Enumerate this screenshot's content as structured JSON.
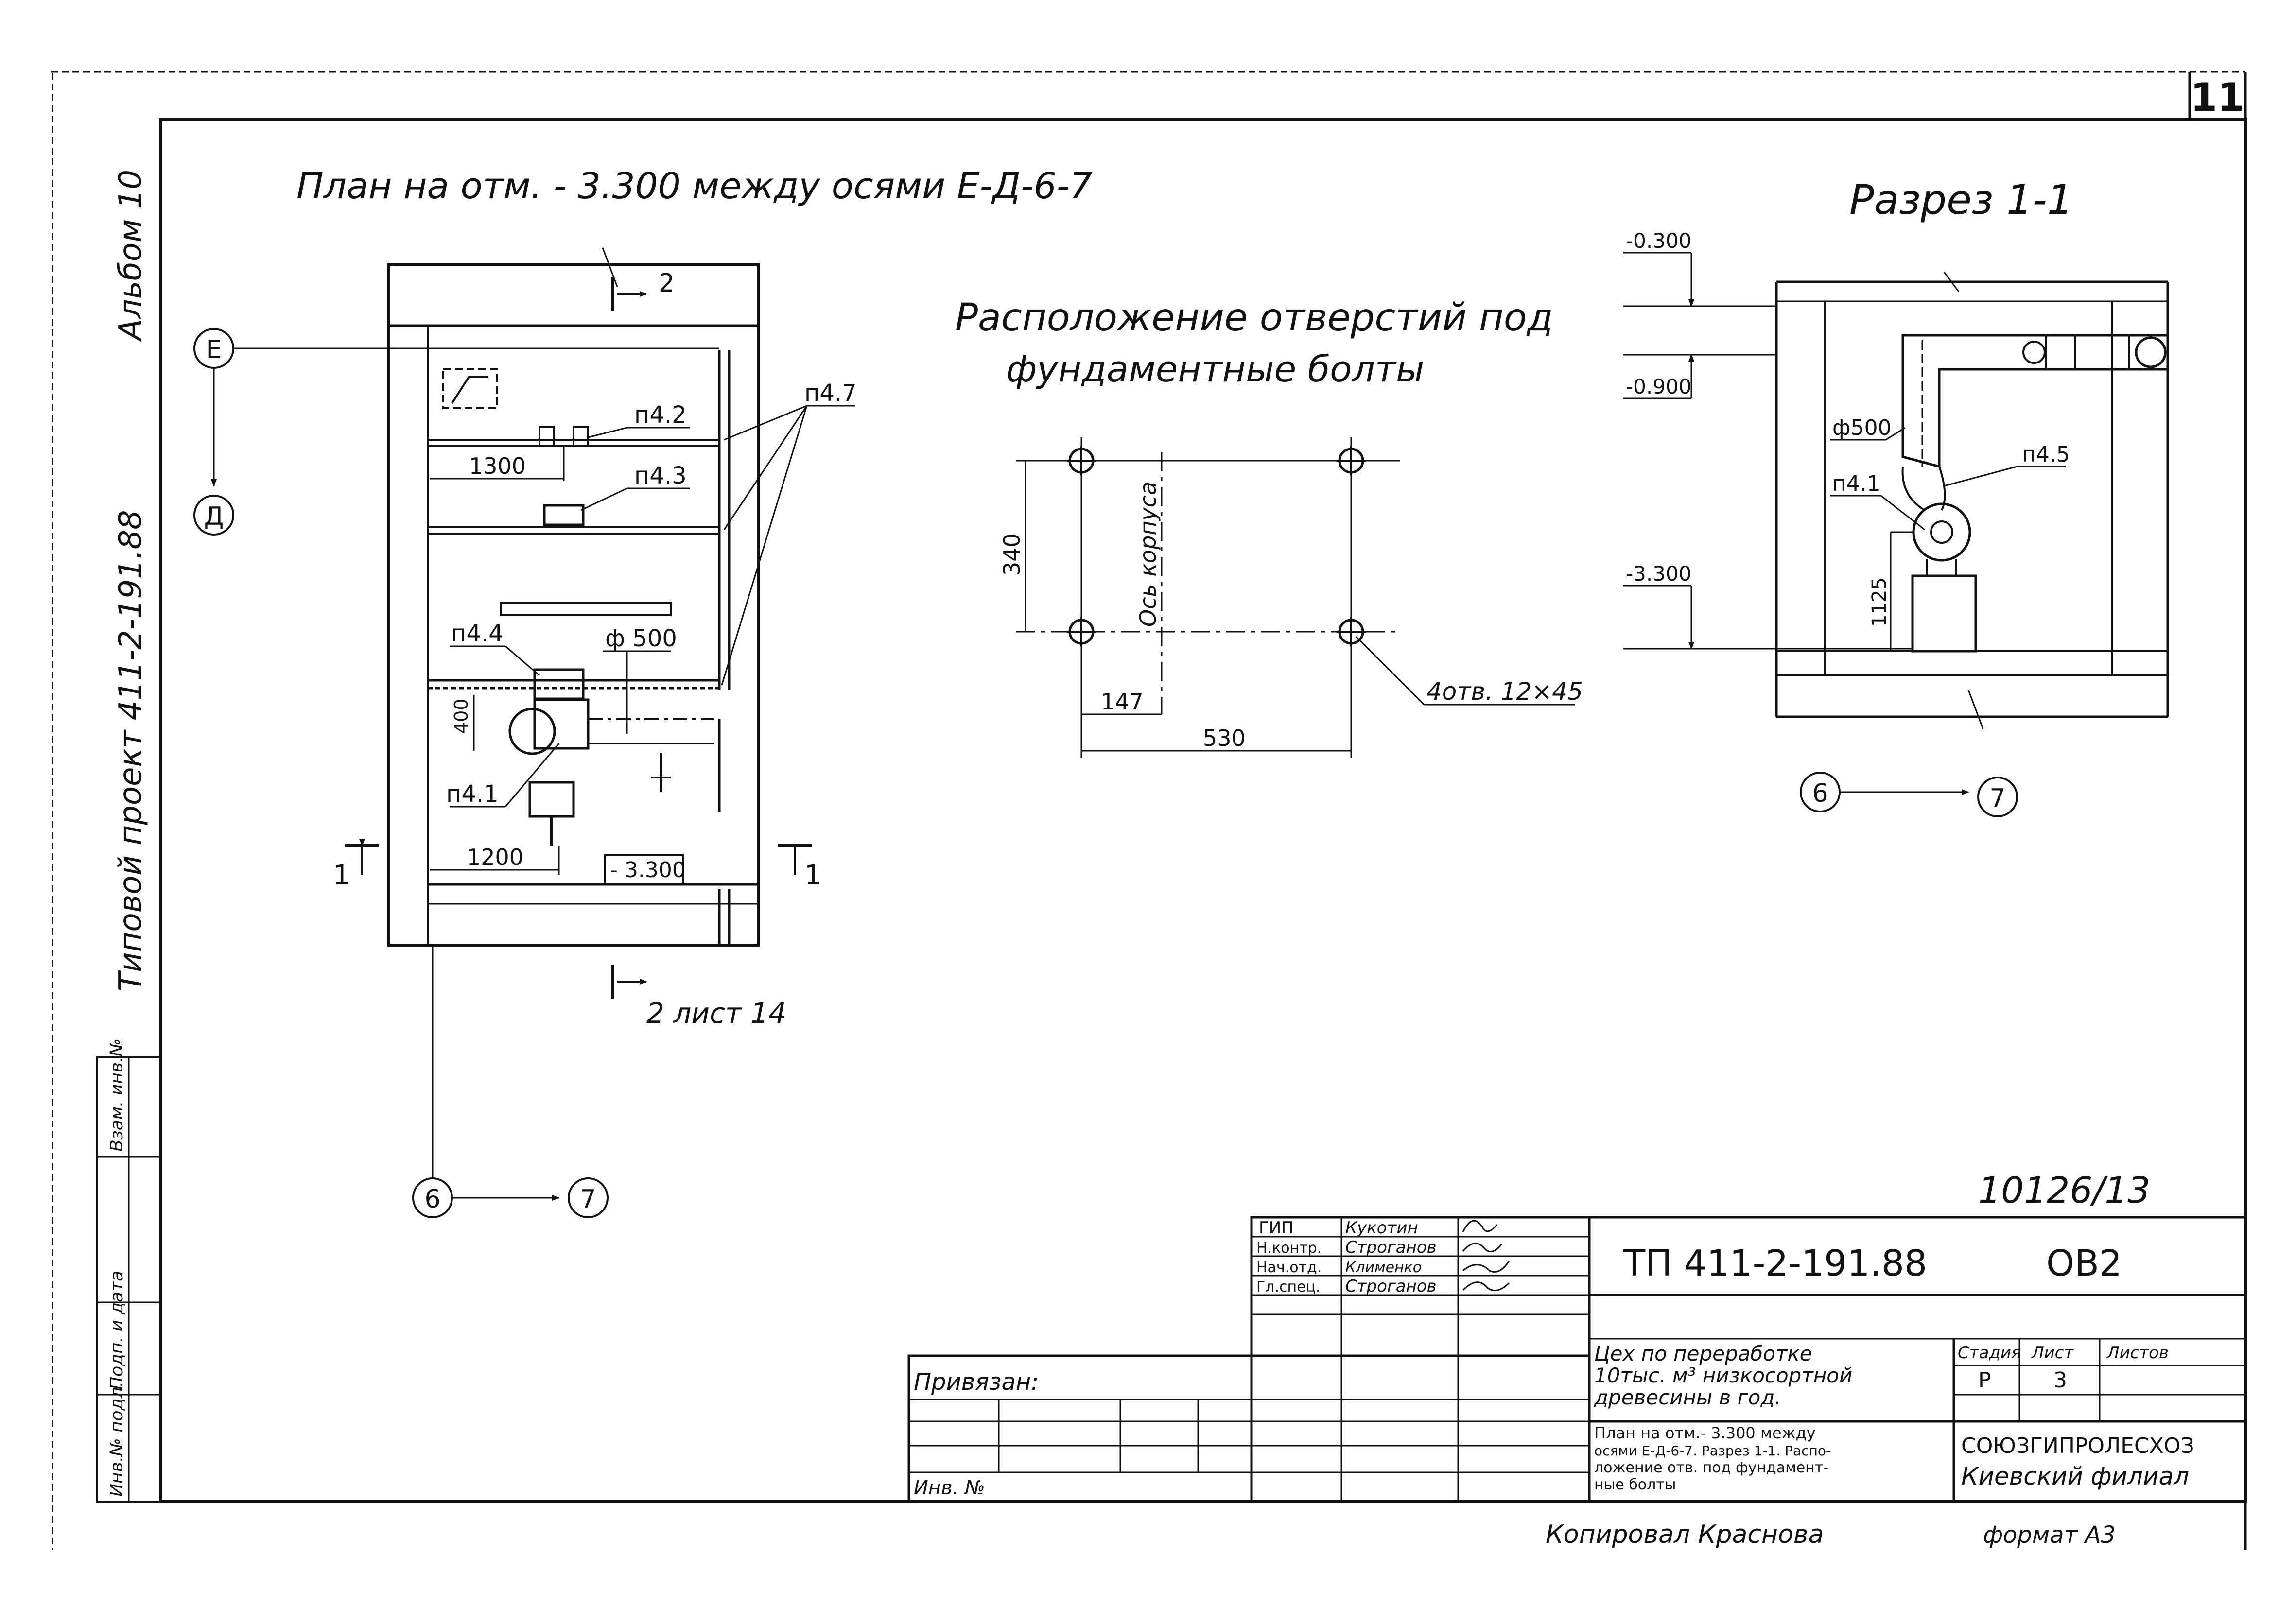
{
  "sheet": {
    "number": "11",
    "side_album": "Альбом 10",
    "side_project": "Типовой проект 411-2-191.88",
    "side_stamp": [
      "Инв.№ подл.",
      "Подп. и дата",
      "Взам. инв.№"
    ],
    "archive_number": "10126/13",
    "copied_by": "Копировал Краснова",
    "format": "формат А3"
  },
  "plan": {
    "title": "План на отм. - 3.300 между осями Е-Д-6-7",
    "axis_e": "Е",
    "axis_d": "Д",
    "axis_6": "6",
    "axis_7": "7",
    "section2_top": "2",
    "section2_bottom": "2 лист 14",
    "section1_left": "1",
    "section1_right": "1",
    "labels": {
      "p42": "п4.2",
      "p43": "п4.3",
      "p47": "п4.7",
      "p44": "п4.4",
      "p41": "п4.1",
      "phi500": "ф 500",
      "dim1300": "1300",
      "dim400": "400",
      "dim1200": "1200",
      "level": "- 3.300"
    }
  },
  "holes": {
    "title_line1": "Расположение отверстий под",
    "title_line2": "фундаментные болты",
    "axis_label": "Ось корпуса",
    "dim340": "340",
    "dim147": "147",
    "dim530": "530",
    "note": "4отв. 12×45"
  },
  "section": {
    "title": "Разрез 1-1",
    "lvl1": "-0.300",
    "lvl2": "-0.900",
    "lvl3": "-3.300",
    "phi500": "ф500",
    "p41": "п4.1",
    "p45": "п4.5",
    "dim1125": "1125",
    "axis_6": "6",
    "axis_7": "7"
  },
  "title_block": {
    "roles": [
      "ГИП",
      "Н.контр.",
      "Нач.отд.",
      "Гл.спец."
    ],
    "names": [
      "Кукотин",
      "Строганов",
      "Клименко",
      "Строганов"
    ],
    "code": "ТП 411-2-191.88",
    "mark": "ОВ2",
    "bound_label": "Привязан:",
    "inv_label": "Инв. №",
    "description": [
      "Цех по переработке",
      "10тыс. м³ низкосортной",
      "древесины в год."
    ],
    "sheet_title": [
      "План на отм.- 3.300 между",
      "осями Е-Д-6-7. Разрез 1-1. Распо-",
      "ложение отв. под фундамент-",
      "ные болты"
    ],
    "stage_header": "Стадия",
    "sheet_header": "Лист",
    "sheets_header": "Листов",
    "stage": "Р",
    "sheet_no": "3",
    "org_line1": "СОЮЗГИПРОЛЕСХОЗ",
    "org_line2": "Киевский филиал"
  }
}
